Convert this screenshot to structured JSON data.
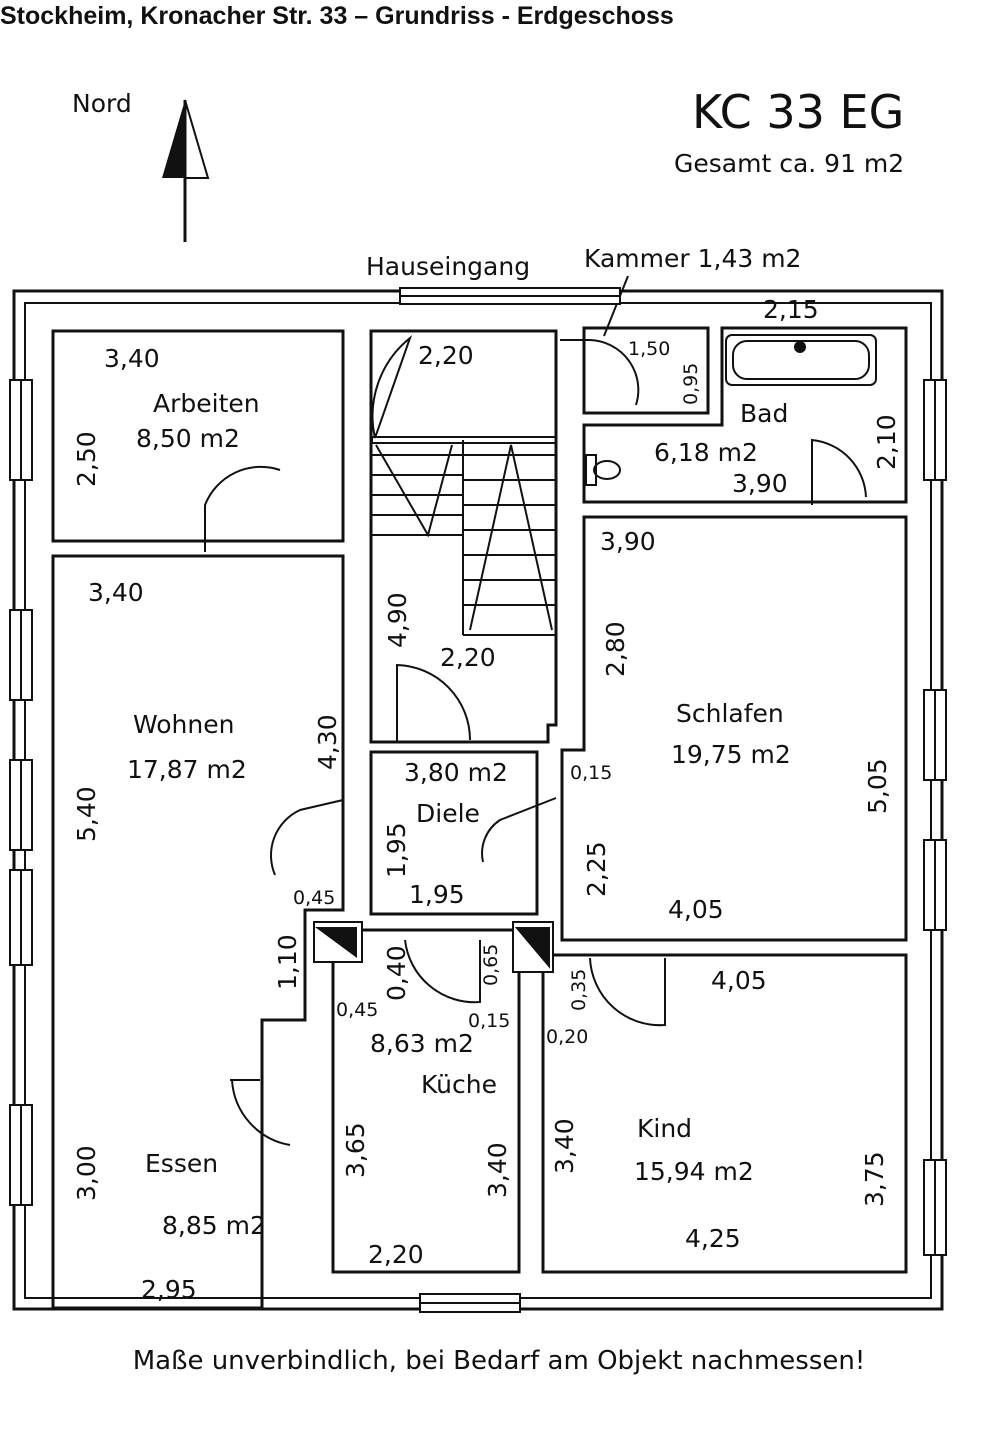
{
  "header": {
    "title": "Stockheim, Kronacher Str. 33 – Grundriss - Erdgeschoss"
  },
  "plan": {
    "code": "KC 33 EG",
    "total": "Gesamt ca. 91 m2",
    "north": "Nord",
    "entrance": "Hauseingang",
    "kammer": "Kammer 1,43 m2"
  },
  "rooms": {
    "arbeiten": {
      "name": "Arbeiten",
      "area": "8,50 m2"
    },
    "wohnen": {
      "name": "Wohnen",
      "area": "17,87 m2"
    },
    "essen": {
      "name": "Essen",
      "area": "8,85 m2"
    },
    "diele": {
      "name": "Diele",
      "area": "3,80 m2"
    },
    "kueche": {
      "name": "Küche",
      "area": "8,63 m2"
    },
    "bad": {
      "name": "Bad",
      "area": "6,18 m2"
    },
    "schlafen": {
      "name": "Schlafen",
      "area": "19,75 m2"
    },
    "kind": {
      "name": "Kind",
      "area": "15,94 m2"
    }
  },
  "dims": {
    "arbeiten_w": "3,40",
    "arbeiten_h": "2,50",
    "wohnen_w": "3,40",
    "wohnen_h1": "5,40",
    "wohnen_h2": "4,30",
    "wohnen_off": "0,45",
    "wohnen_step": "1,10",
    "essen_h": "3,00",
    "essen_w": "2,95",
    "stair_w1": "2,20",
    "stair_h": "4,90",
    "stair_w2": "2,20",
    "kammer_w": "1,50",
    "kammer_h": "0,95",
    "bad_w1": "2,15",
    "bad_h": "2,10",
    "bad_w2": "3,90",
    "schlafen_w": "3,90",
    "schlafen_h1": "2,80",
    "schlafen_h2": "5,05",
    "schlafen_off": "0,15",
    "schlafen_h3": "2,25",
    "schlafen_w2": "4,05",
    "diele_h": "1,95",
    "diele_w": "1,95",
    "kueche_d1": "0,40",
    "kueche_d2": "0,45",
    "kueche_d3": "0,65",
    "kueche_d4": "0,15",
    "kueche_h1": "3,65",
    "kueche_h2": "3,40",
    "kueche_w": "2,20",
    "kind_w1": "4,05",
    "kind_d1": "0,35",
    "kind_d2": "0,20",
    "kind_h1": "3,40",
    "kind_h2": "3,75",
    "kind_w2": "4,25"
  },
  "footer": {
    "note": "Maße unverbindlich, bei Bedarf am Objekt nachmessen!"
  }
}
